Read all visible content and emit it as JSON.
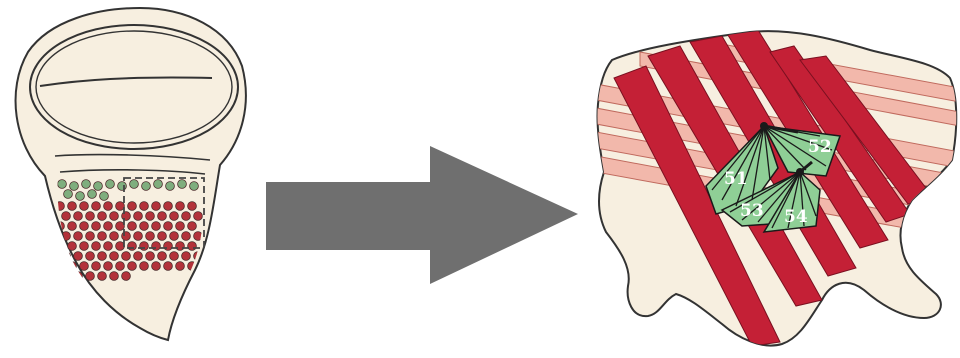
{
  "colors": {
    "background": "#ffffff",
    "tissue": "#f7efe0",
    "outline": "#333333",
    "muscle_red": "#c42036",
    "muscle_pink": "#f2b8ab",
    "cell_red": "#b3323a",
    "cell_green": "#7fae7e",
    "motor_unit_green": "#8fcf96",
    "nerve": "#1a1a1a",
    "arrow": "#6f6f6f"
  },
  "icons": {
    "arrow": "right-arrow-icon"
  },
  "left_panel": {
    "green_cell_count": 16,
    "red_cell_count": 90
  },
  "right_panel": {
    "motor_unit_labels": [
      "51",
      "52",
      "53",
      "54"
    ]
  }
}
